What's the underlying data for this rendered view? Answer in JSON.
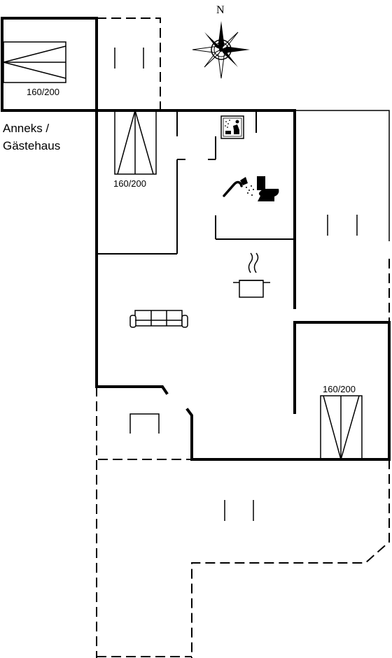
{
  "annex_label_line1": "Anneks /",
  "annex_label_line2": "Gästehaus",
  "compass_label": "N",
  "beds": [
    {
      "id": "annex-bed",
      "label": "160/200"
    },
    {
      "id": "bedroom-1-bed",
      "label": "160/200"
    },
    {
      "id": "bedroom-2-bed",
      "label": "160/200"
    }
  ],
  "icons": [
    "compass-rose-icon",
    "sauna-icon",
    "shower-icon",
    "toilet-icon",
    "kitchen-pot-icon",
    "sofa-icon"
  ],
  "colors": {
    "walls": "#000000",
    "background": "#ffffff"
  }
}
